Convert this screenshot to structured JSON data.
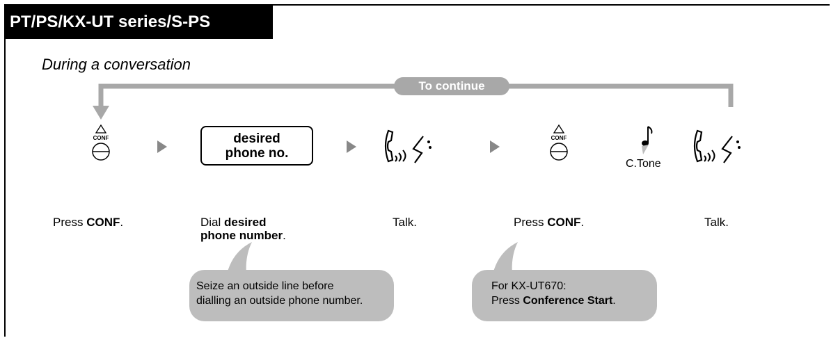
{
  "header": {
    "title": "PT/PS/KX-UT series/S-PS"
  },
  "subtitle": "During a conversation",
  "continue_label": "To continue",
  "conf_key_label": "CONF",
  "phone_box": {
    "line1": "desired",
    "line2": "phone no."
  },
  "tone_label": "C.Tone",
  "steps": [
    {
      "prefix": "Press ",
      "bold": "CONF",
      "suffix": "."
    },
    {
      "prefix": "Dial ",
      "bold1": "desired",
      "bold2": "phone number",
      "suffix": "."
    },
    {
      "text": "Talk."
    },
    {
      "prefix": "Press ",
      "bold": "CONF",
      "suffix": "."
    },
    {
      "text": "Talk."
    }
  ],
  "notes": [
    {
      "line1": "Seize an outside line before",
      "line2": "dialling an outside phone number."
    },
    {
      "line1": "For KX-UT670:",
      "line2_prefix": "Press ",
      "line2_bold": "Conference Start",
      "line2_suffix": "."
    }
  ],
  "colors": {
    "header_bg": "#000000",
    "loop_gray": "#a8a8a8",
    "arrow_gray": "#888888",
    "bubble_gray": "#bdbdbd"
  }
}
